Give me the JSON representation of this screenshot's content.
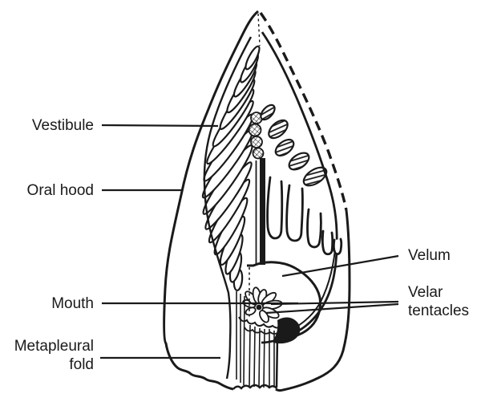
{
  "figure": {
    "kind": "black-and-white anatomical line drawing",
    "ink_color": "#1a1a1a",
    "background_color": "#ffffff"
  },
  "labels": {
    "vestibule": "Vestibule",
    "oral_hood": "Oral hood",
    "mouth": "Mouth",
    "metapleural_fold": "Metapleural fold",
    "velum": "Velum",
    "velar_tentacles": "Velar tentacles"
  }
}
